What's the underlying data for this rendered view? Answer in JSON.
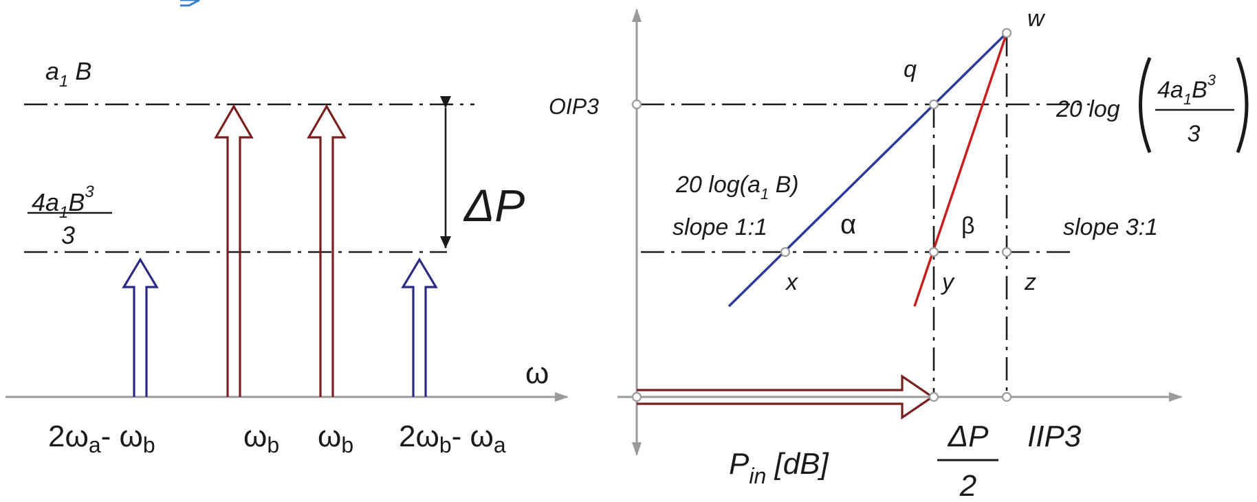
{
  "colors": {
    "axis": "#9a9a9a",
    "guide": "#1a1a1a",
    "fundamental": "#7a1f1f",
    "intermod": "#2b2b85",
    "fundamental_line": "#2b3a9a",
    "third_order_line": "#c81e1e",
    "partial_glyph": "#3a7fc8"
  },
  "spectrum": {
    "level_a1B": {
      "base": "a",
      "sub": "1",
      "rest": " B"
    },
    "level_im3": {
      "numerator_a": "4a",
      "numerator_sub": "1",
      "numerator_b": "B",
      "numerator_sup": "3",
      "denominator": "3"
    },
    "delta_p": "ΔP",
    "axis_symbol": "ω",
    "tones": [
      {
        "label_main": "2ω",
        "label_sub1": "a",
        "label_mid": "- ω",
        "label_sub2": "b"
      },
      {
        "label_main": "ω",
        "label_sub1": "b"
      },
      {
        "label_main": "ω",
        "label_sub1": "b"
      },
      {
        "label_main": "2ω",
        "label_sub1": "b",
        "label_mid": "- ω",
        "label_sub2": "a"
      }
    ]
  },
  "transfer": {
    "oip3": "OIP3",
    "iip3": "IIP3",
    "points": {
      "w": "w",
      "q": "q",
      "x": "x",
      "y": "y",
      "z": "z"
    },
    "fund_eq": {
      "prefix": "20 log(a",
      "sub": "1",
      "suffix": " B)"
    },
    "fund_slope": "slope 1:1",
    "im3_eq": {
      "prefix": "20 log",
      "numerator_a": "4a",
      "numerator_sub": "1",
      "numerator_b": "B",
      "numerator_sup": "3",
      "denominator": "3"
    },
    "im3_slope": "slope 3:1",
    "alpha": "α",
    "beta": "β",
    "pin": {
      "base": "P",
      "sub": "in",
      "rest": " [dB]"
    },
    "half_dp": {
      "numerator": "ΔP",
      "denominator": "2"
    }
  }
}
